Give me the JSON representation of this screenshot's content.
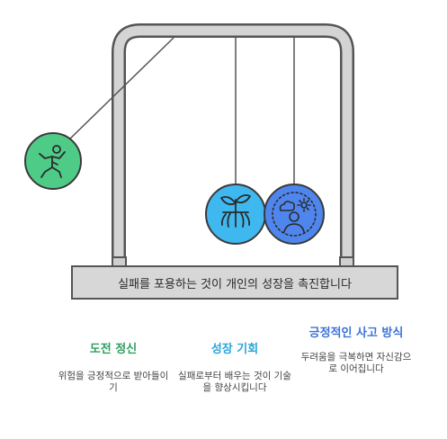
{
  "base_label": "실패를 포용하는 것이 개인의 성장을 촉진합니다",
  "captions": [
    {
      "title": "도전 정신",
      "desc": "위험을 긍정적으로 받아들이기",
      "color": "#2e9e5e",
      "icon": "swinging-person-icon"
    },
    {
      "title": "성장 기회",
      "desc": "실패로부터 배우는 것이 기술을 향상시킵니다",
      "color": "#2aa6d9",
      "icon": "seedling-icon"
    },
    {
      "title": "긍정적인 사고 방식",
      "desc": "두려움을 극복하면 자신감으로 이어집니다",
      "color": "#3a73d6",
      "icon": "person-weather-icon"
    }
  ]
}
